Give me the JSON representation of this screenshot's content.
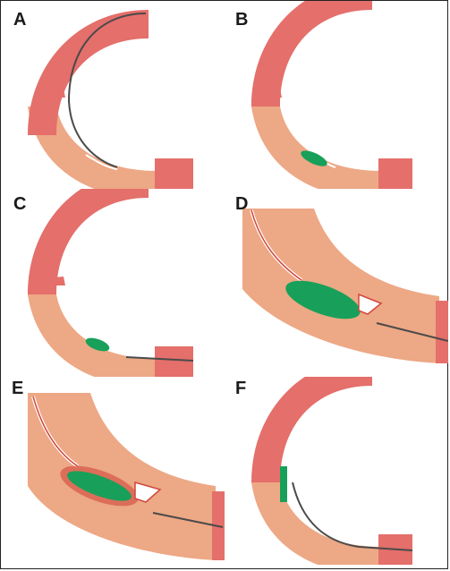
{
  "panels": [
    {
      "id": "A",
      "label": "A"
    },
    {
      "id": "B",
      "label": "B"
    },
    {
      "id": "C",
      "label": "C"
    },
    {
      "id": "D",
      "label": "D"
    },
    {
      "id": "E",
      "label": "E"
    },
    {
      "id": "F",
      "label": "F"
    }
  ],
  "colors": {
    "vessel_dark": "#E46F6B",
    "vessel_light": "#EDA885",
    "wall_outline": "#F3C4A2",
    "wire": "#4A4A4A",
    "balloon": "#18A05A",
    "lumen": "#FFFFFF",
    "tear": "#D0473C"
  }
}
